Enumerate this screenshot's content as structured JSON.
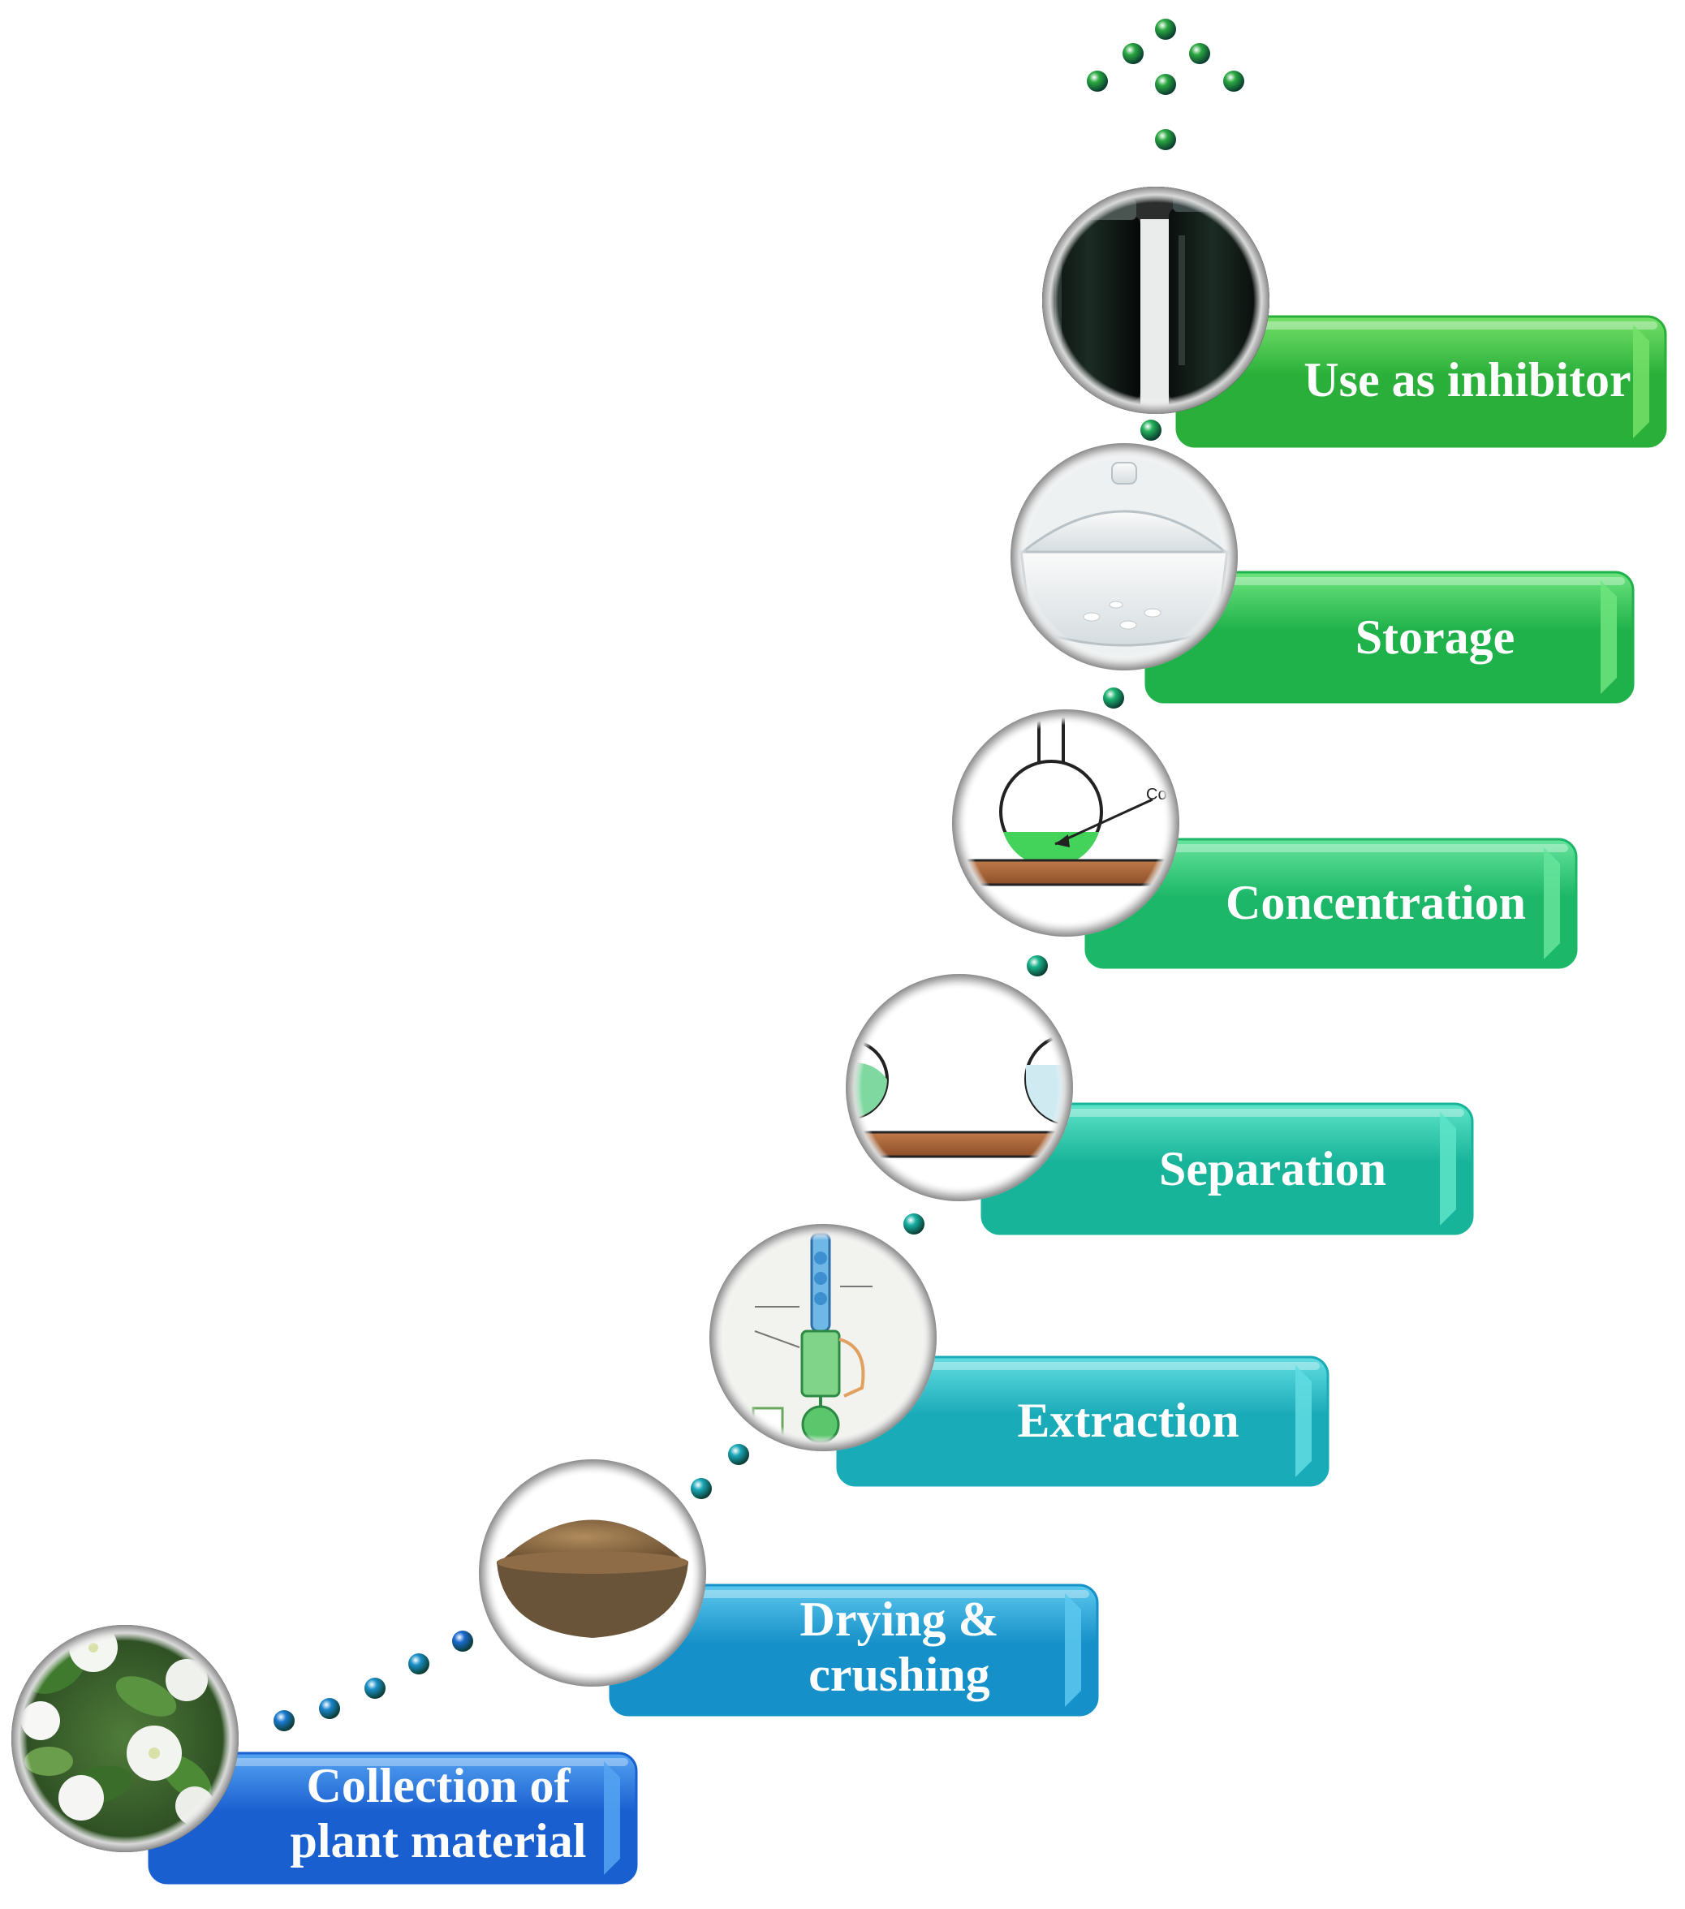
{
  "steps": [
    {
      "id": "collection",
      "lines": [
        "Collection of",
        "plant material"
      ],
      "color_main": "#1a5fd0",
      "color_light": "#55a4f2",
      "photo": "white-flowers-photo"
    },
    {
      "id": "drying",
      "lines": [
        "Drying &",
        "crushing"
      ],
      "color_main": "#1690c8",
      "color_light": "#5cc8ee",
      "photo": "powder-bowl-photo"
    },
    {
      "id": "extraction",
      "lines": [
        "Extraction"
      ],
      "color_main": "#1aabb8",
      "color_light": "#62dde2",
      "photo": "soxhlet-apparatus-diagram"
    },
    {
      "id": "separation",
      "lines": [
        "Separation"
      ],
      "color_main": "#18b49a",
      "color_light": "#5ee4c8",
      "photo": "separation-flasks-diagram"
    },
    {
      "id": "concentration",
      "lines": [
        "Concentration"
      ],
      "color_main": "#1cb768",
      "color_light": "#66e49c",
      "photo": "flask-on-heater-diagram"
    },
    {
      "id": "storage",
      "lines": [
        "Storage"
      ],
      "color_main": "#1fb14a",
      "color_light": "#6ee47e",
      "photo": "desiccator-photo"
    },
    {
      "id": "inhibitor",
      "lines": [
        "Use as inhibitor"
      ],
      "color_main": "#2ab03a",
      "color_light": "#76e06a",
      "photo": "dark-extract-jars-photo"
    }
  ]
}
